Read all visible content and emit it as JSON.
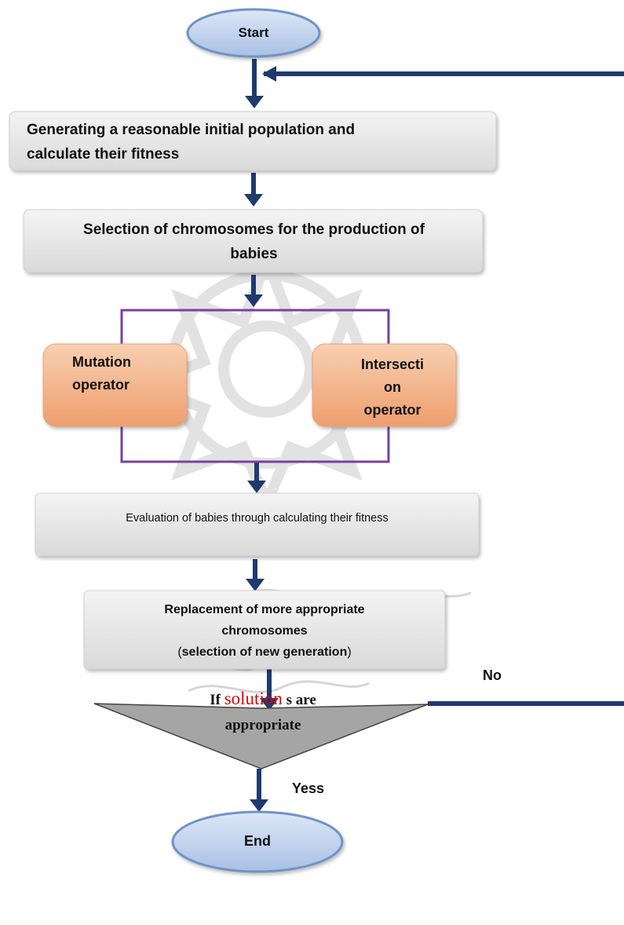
{
  "colors": {
    "arrow": "#1f3a6e",
    "oval_fill": "#c3d3ec",
    "oval_stroke": "#6e93c8",
    "box_fill": "#e6e6e6",
    "box_stroke": "#cfcfcf",
    "operator_fill": "#f3b890",
    "operator_stroke": "#e9a379",
    "group_border": "#7a3fa0",
    "diamond_fill": "#a5a5a5",
    "diamond_stroke": "#444444",
    "highlight_text": "#e00000",
    "watermark": "#d8d8d8"
  },
  "nodes": {
    "start": "Start",
    "initial_population": [
      "Generating a reasonable initial population and",
      "calculate their fitness"
    ],
    "selection": [
      "Selection of chromosomes for the production of",
      "babies"
    ],
    "mutation": [
      "Mutation",
      "operator"
    ],
    "intersection": [
      "Intersecti",
      "on",
      "operator"
    ],
    "evaluation": "Evaluation of babies through calculating their fitness",
    "replacement": [
      "Replacement of more appropriate",
      "chromosomes"
    ],
    "replacement_note": {
      "open": "(",
      "text": "selection of new generation",
      "close": ")"
    },
    "decision": {
      "prefix": "If ",
      "highlight": "solution",
      "suffix": " s are",
      "line2": "appropriate"
    },
    "end": "End"
  },
  "edge_labels": {
    "no": "No",
    "yes": "Yess"
  }
}
